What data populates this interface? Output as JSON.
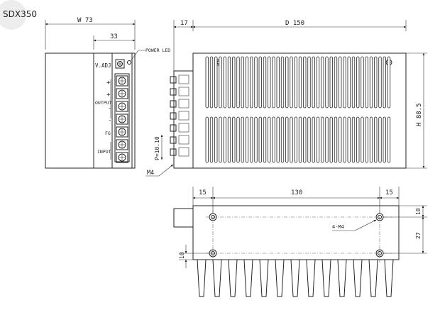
{
  "model": "SDX350",
  "front_view": {
    "width_label": "W 73",
    "terminal_block_label": "33",
    "vadj_label": "V.ADJ",
    "power_led_label": "POWER LED",
    "output_label": "OUTPUT",
    "fg_label": "FG",
    "input_label": "INPUT",
    "plus_sign": "+",
    "minus_sign": "-",
    "pitch_label": "P=10.10",
    "screw_label": "M4"
  },
  "side_view": {
    "offset_label": "17",
    "depth_label": "D 150",
    "height_label": "H 88.5"
  },
  "bottom_view": {
    "left_margin_label": "15",
    "hole_spacing_label": "130",
    "right_margin_label": "15",
    "top_offset_label": "10",
    "vertical_spacing_label": "27",
    "left_offset_label": "10",
    "hole_label": "4-M4"
  },
  "colors": {
    "line": "#222222",
    "background": "#ffffff",
    "model_badge": "#ededed"
  }
}
